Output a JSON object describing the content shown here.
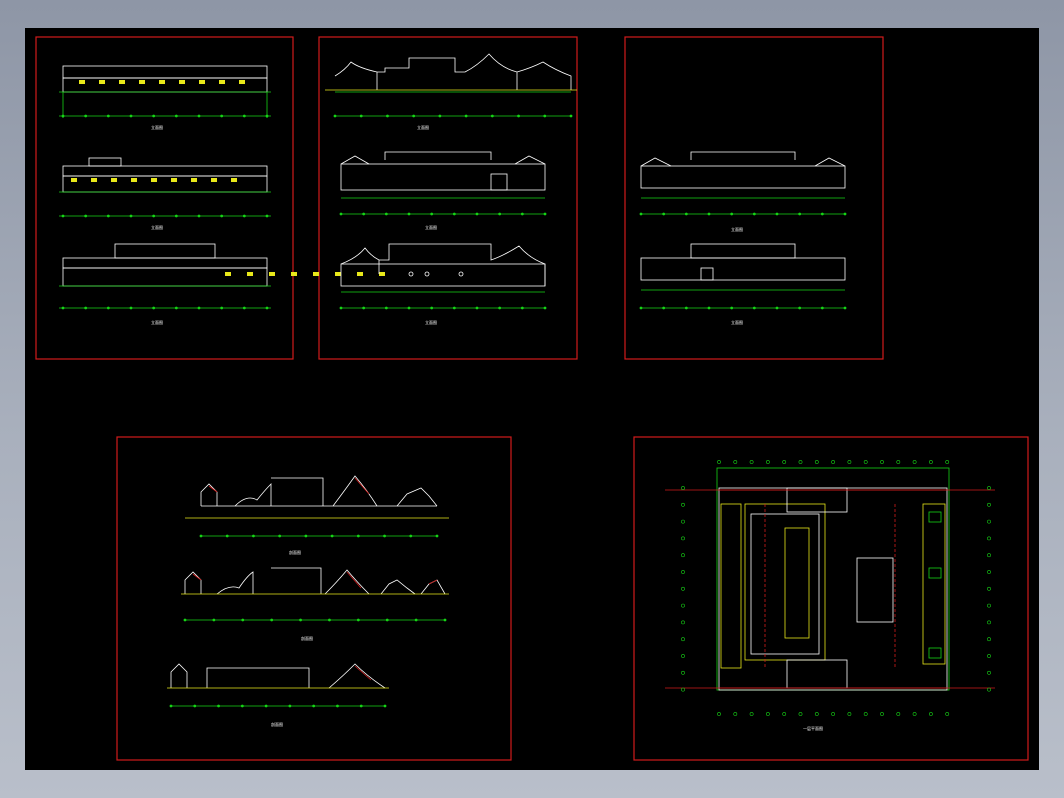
{
  "drawing": {
    "background": "#000000",
    "frame_color": "#d01c1c",
    "line_green": "#16d416",
    "line_white": "#ffffff",
    "line_yellow": "#e8e81a",
    "line_red": "#d01c1c"
  },
  "sheets": [
    {
      "name": "elevation-sheet-1",
      "views": [
        "立面图",
        "立面图",
        "立面图"
      ]
    },
    {
      "name": "elevation-sheet-2",
      "views": [
        "立面图",
        "立面图",
        "立面图"
      ]
    },
    {
      "name": "elevation-sheet-3",
      "views": [
        "立面图",
        "立面图"
      ]
    },
    {
      "name": "section-sheet",
      "views": [
        "剖面图",
        "剖面图",
        "剖面图"
      ]
    },
    {
      "name": "plan-sheet",
      "views": [
        "一层平面图"
      ]
    }
  ]
}
